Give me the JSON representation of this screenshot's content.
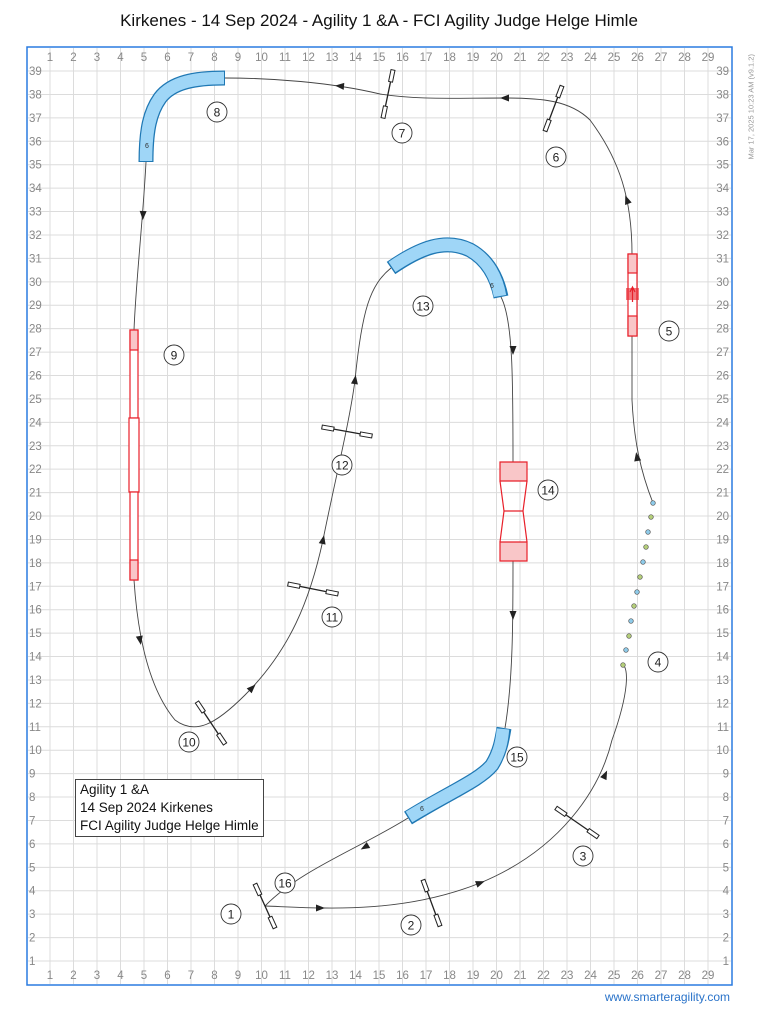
{
  "title": "Kirkenes - 14 Sep 2024 - Agility 1 &A - FCI Agility Judge Helge Himle",
  "timestamp": "Mar 17, 2025 10:23 AM (v9.1.2)",
  "footer_link": "www.smarteragility.com",
  "legend": {
    "line1": "Agility 1 &A",
    "line2": "14 Sep 2024 Kirkenes",
    "line3": "FCI Agility Judge Helge Himle"
  },
  "grid": {
    "columns": 29,
    "rows": 39
  },
  "tunnel_label": "6",
  "obstacle_numbers": [
    "1",
    "2",
    "3",
    "4",
    "5",
    "6",
    "7",
    "8",
    "9",
    "10",
    "11",
    "12",
    "13",
    "14",
    "15",
    "16"
  ],
  "colors": {
    "border": "#2a7be0",
    "tunnel_fill": "#9fd6f7",
    "tunnel_stroke": "#1f78b4",
    "contact": "#e8202a",
    "contact_fill": "#f9c6c8",
    "grid": "#dcdcdc"
  }
}
